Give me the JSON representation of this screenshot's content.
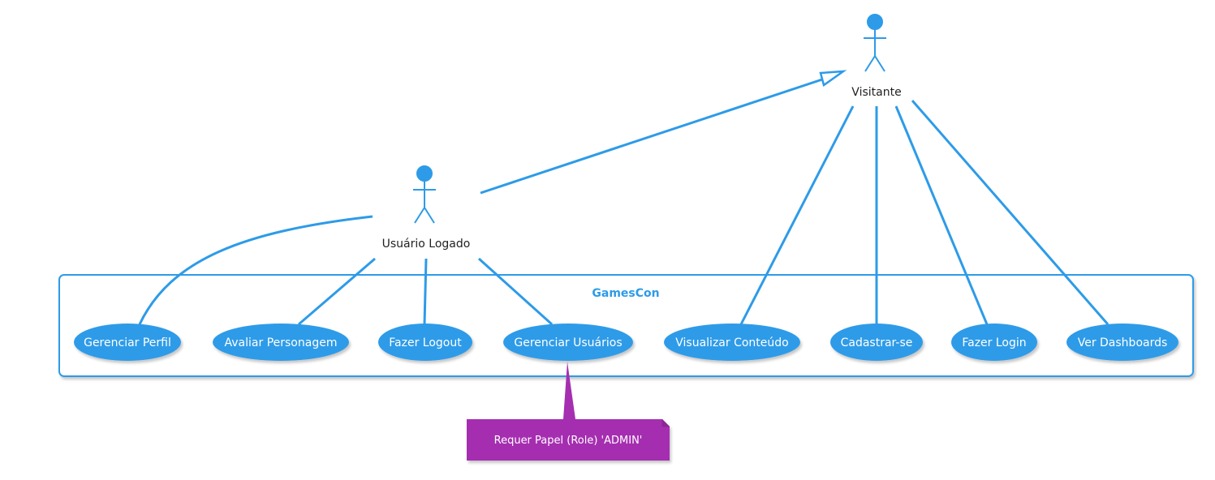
{
  "system": {
    "title": "GamesCon"
  },
  "actors": {
    "visitante": {
      "label": "Visitante"
    },
    "usuario_logado": {
      "label": "Usuário Logado"
    }
  },
  "use_cases": {
    "gerenciar_perfil": "Gerenciar Perfil",
    "avaliar_personagem": "Avaliar Personagem",
    "fazer_logout": "Fazer Logout",
    "gerenciar_usuarios": "Gerenciar Usuários",
    "visualizar_conteudo": "Visualizar Conteúdo",
    "cadastrar_se": "Cadastrar-se",
    "fazer_login": "Fazer Login",
    "ver_dashboards": "Ver Dashboards"
  },
  "note": {
    "text": "Requer Papel (Role) 'ADMIN'"
  },
  "colors": {
    "accent": "#2d9be8",
    "usecase_fill": "#2d9be8",
    "note_fill": "#a52fb0",
    "text_light": "#ffffff",
    "text_dark": "#222222"
  }
}
